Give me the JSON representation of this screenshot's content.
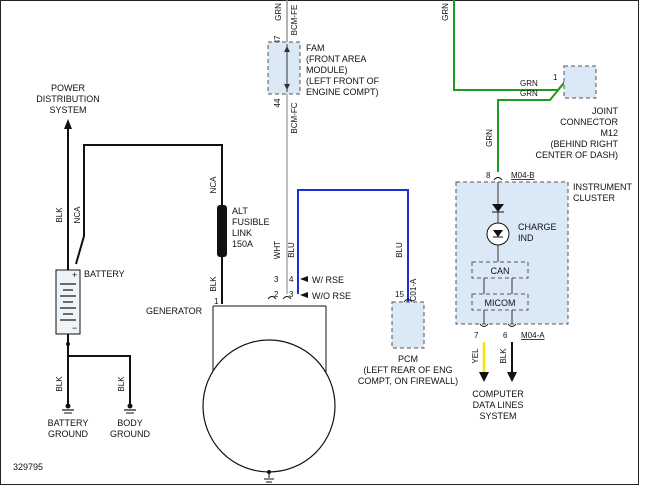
{
  "diagram": {
    "id_number": "329795",
    "power_distribution": [
      "POWER",
      "DISTRIBUTION",
      "SYSTEM"
    ],
    "wire_blk": "BLK",
    "wire_nca": "NCA",
    "wire_wht": "WHT",
    "wire_blu": "BLU",
    "wire_grn": "GRN",
    "wire_yel": "YEL",
    "battery": "BATTERY",
    "plus": "+",
    "minus": "−",
    "battery_ground": [
      "BATTERY",
      "GROUND"
    ],
    "body_ground": [
      "BODY",
      "GROUND"
    ],
    "alt_fusible_link": [
      "ALT",
      "FUSIBLE",
      "LINK",
      "150A"
    ],
    "generator": "GENERATOR",
    "fam_connector_top": "BCM-FE",
    "fam_connector_bottom": "BCM-FC",
    "fam_pin_top": "37",
    "fam_pin_bottom": "44",
    "fam": [
      "FAM",
      "(FRONT AREA",
      "MODULE)",
      "(LEFT FRONT OF",
      "ENGINE COMPT)"
    ],
    "pins_upper": [
      "3",
      "4"
    ],
    "pins_lower": [
      "2",
      "3"
    ],
    "w_rse": "W/ RSE",
    "wo_rse": "W/O RSE",
    "pcm_pin": "15",
    "pcm_connector": "C01-A",
    "pcm": [
      "PCM",
      "(LEFT REAR OF ENG",
      "COMPT, ON FIREWALL)"
    ],
    "joint_connector": [
      "JOINT",
      "CONNECTOR",
      "M12",
      "(BEHIND RIGHT",
      "CENTER OF DASH)"
    ],
    "joint_pin": "1",
    "cluster_pin_8": "8",
    "cluster_conn_top": "M04-B",
    "instrument_cluster": [
      "INSTRUMENT",
      "CLUSTER"
    ],
    "charge_ind": [
      "CHARGE",
      "IND"
    ],
    "can": "CAN",
    "micom": "MICOM",
    "cluster_pin_7": "7",
    "cluster_pin_6": "6",
    "cluster_conn_bottom": "M04-A",
    "computer_data_lines": [
      "COMPUTER",
      "DATA LINES",
      "SYSTEM"
    ],
    "colors": {
      "blue_wire": "#1a2fd6",
      "green_wire": "#1e9a1e",
      "yellow_wire": "#f5e400",
      "module_fill": "#dbe9f7"
    }
  }
}
